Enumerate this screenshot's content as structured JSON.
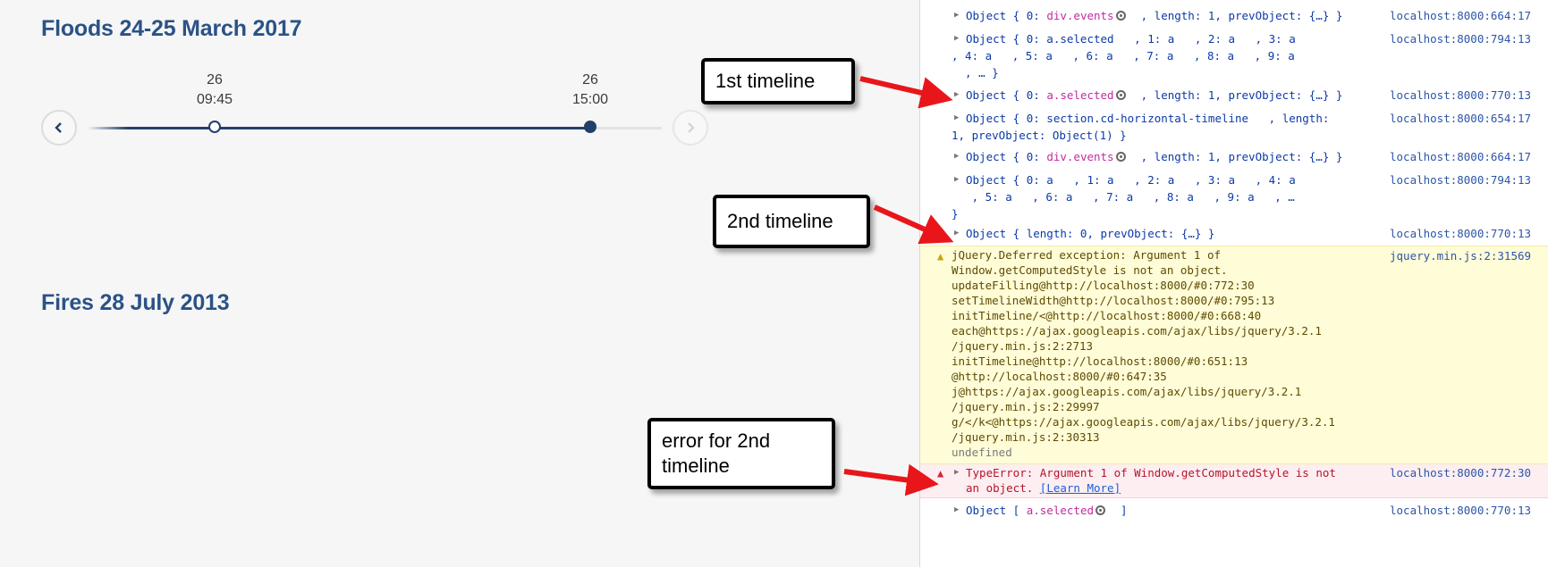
{
  "page": {
    "section1_title": "Floods 24-25 March 2017",
    "section2_title": "Fires 28 July 2013",
    "timeline": {
      "dates": [
        {
          "day": "26",
          "time": "09:45",
          "selected": false
        },
        {
          "day": "26",
          "time": "15:00",
          "selected": true
        }
      ],
      "prev_icon": "chevron-left-icon",
      "next_icon": "chevron-right-icon"
    }
  },
  "callouts": {
    "first": "1st timeline",
    "second": "2nd timeline",
    "third_line1": "error for 2nd",
    "third_line2": "timeline"
  },
  "console": {
    "rows": [
      {
        "prefix": "Object { 0: ",
        "cls": "div.events",
        "suffix": "  , length: 1, prevObject: {…} }",
        "source": "localhost:8000:664:17"
      },
      {
        "line1": "Object { 0: a.selected   , 1: a   , 2: a   , 3: a",
        "line2": ", 4: a   , 5: a   , 6: a   , 7: a   , 8: a   , 9: a",
        "line3": "  , … }",
        "source": "localhost:8000:794:13"
      },
      {
        "prefix": "Object { 0: ",
        "cls": "a.selected",
        "suffix": "  , length: 1, prevObject: {…} }",
        "source": "localhost:8000:770:13"
      },
      {
        "line1": "Object { 0: section.cd-horizontal-timeline   , length:",
        "line2": "1, prevObject: Object(1) }",
        "source": "localhost:8000:654:17"
      },
      {
        "prefix": "Object { 0: ",
        "cls": "div.events",
        "suffix": "  , length: 1, prevObject: {…} }",
        "source": "localhost:8000:664:17"
      },
      {
        "line1": "Object { 0: a   , 1: a   , 2: a   , 3: a   , 4: a",
        "line2": "   , 5: a   , 6: a   , 7: a   , 8: a   , 9: a   , …",
        "line3": "}",
        "source": "localhost:8000:794:13"
      },
      {
        "text": "Object { length: 0, prevObject: {…} }",
        "source": "localhost:8000:770:13"
      }
    ],
    "warning": {
      "lines": [
        "jQuery.Deferred exception: Argument 1 of",
        "Window.getComputedStyle is not an object.",
        "updateFilling@http://localhost:8000/#0:772:30",
        "setTimelineWidth@http://localhost:8000/#0:795:13",
        "initTimeline/<@http://localhost:8000/#0:668:40",
        "each@https://ajax.googleapis.com/ajax/libs/jquery/3.2.1",
        "/jquery.min.js:2:2713",
        "initTimeline@http://localhost:8000/#0:651:13",
        "@http://localhost:8000/#0:647:35",
        "j@https://ajax.googleapis.com/ajax/libs/jquery/3.2.1",
        "/jquery.min.js:2:29997",
        "g/</k<@https://ajax.googleapis.com/ajax/libs/jquery/3.2.1",
        "/jquery.min.js:2:30313"
      ],
      "undefined_text": "undefined",
      "source": "jquery.min.js:2:31569"
    },
    "error": {
      "line1": "TypeError: Argument 1 of Window.getComputedStyle is not",
      "line2": "an object.",
      "learn_more": "[Learn More]",
      "source": "localhost:8000:772:30"
    },
    "last_row": {
      "prefix": "Object [ ",
      "cls": "a.selected",
      "suffix": "  ]",
      "source": "localhost:8000:770:13"
    }
  },
  "colors": {
    "title": "#2b5286",
    "timeline": "#21406b",
    "arrow": "#e8161a",
    "warning_bg": "#fffcd8",
    "error_bg": "#fdeef1"
  }
}
